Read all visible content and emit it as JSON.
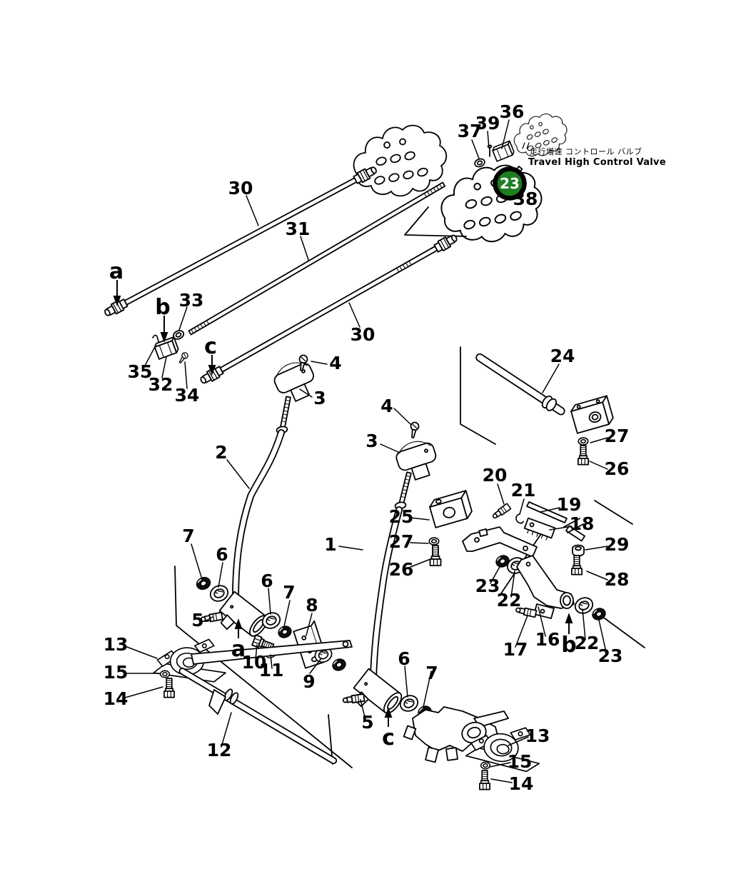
{
  "diagram": {
    "annotation_jp": "走行増速 コントロール バルブ",
    "annotation_en": "Travel High Control Valve",
    "balloon": {
      "text": "23",
      "fill": "#1e7e22",
      "ring": "#000000",
      "text_color": "#ffffff"
    }
  },
  "callouts": [
    {
      "text": "30"
    },
    {
      "text": "31"
    },
    {
      "text": "a"
    },
    {
      "text": "b"
    },
    {
      "text": "33"
    },
    {
      "text": "35"
    },
    {
      "text": "32"
    },
    {
      "text": "34"
    },
    {
      "text": "c"
    },
    {
      "text": "30"
    },
    {
      "text": "4"
    },
    {
      "text": "3"
    },
    {
      "text": "2"
    },
    {
      "text": "4"
    },
    {
      "text": "3"
    },
    {
      "text": "24"
    },
    {
      "text": "27"
    },
    {
      "text": "26"
    },
    {
      "text": "20"
    },
    {
      "text": "21"
    },
    {
      "text": "19"
    },
    {
      "text": "18"
    },
    {
      "text": "25"
    },
    {
      "text": "27"
    },
    {
      "text": "26"
    },
    {
      "text": "29"
    },
    {
      "text": "28"
    },
    {
      "text": "23"
    },
    {
      "text": "22"
    },
    {
      "text": "1"
    },
    {
      "text": "7"
    },
    {
      "text": "6"
    },
    {
      "text": "5"
    },
    {
      "text": "a"
    },
    {
      "text": "6"
    },
    {
      "text": "7"
    },
    {
      "text": "8"
    },
    {
      "text": "10"
    },
    {
      "text": "11"
    },
    {
      "text": "9"
    },
    {
      "text": "13"
    },
    {
      "text": "15"
    },
    {
      "text": "14"
    },
    {
      "text": "12"
    },
    {
      "text": "17"
    },
    {
      "text": "16"
    },
    {
      "text": "b"
    },
    {
      "text": "22"
    },
    {
      "text": "23"
    },
    {
      "text": "5"
    },
    {
      "text": "c"
    },
    {
      "text": "6"
    },
    {
      "text": "7"
    },
    {
      "text": "13"
    },
    {
      "text": "15"
    },
    {
      "text": "14"
    },
    {
      "text": "36"
    },
    {
      "text": "37"
    },
    {
      "text": "39"
    },
    {
      "text": "38"
    }
  ]
}
